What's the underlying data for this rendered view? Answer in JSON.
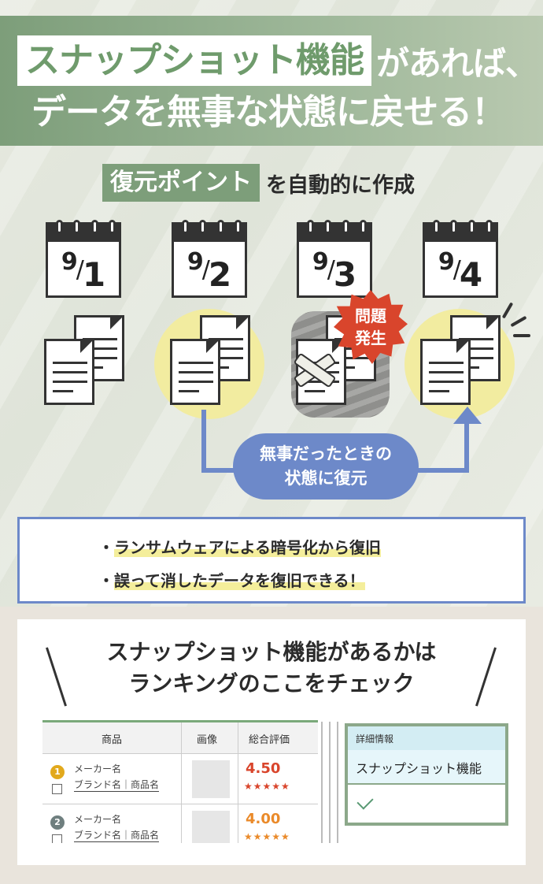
{
  "headline": {
    "highlight": "スナップショット機能",
    "line1_rest": "があれば、",
    "line2": "データを無事な状態に戻せる！"
  },
  "subheading": {
    "highlight": "復元ポイント",
    "rest": "を自動的に作成"
  },
  "calendars": [
    {
      "month": "9",
      "sep": "/",
      "day": "1"
    },
    {
      "month": "9",
      "sep": "/",
      "day": "2"
    },
    {
      "month": "9",
      "sep": "/",
      "day": "3"
    },
    {
      "month": "9",
      "sep": "/",
      "day": "4"
    }
  ],
  "problem_badge": {
    "line1": "問題",
    "line2": "発生"
  },
  "restore_label": {
    "line1": "無事だったときの",
    "line2": "状態に復元"
  },
  "bullets": [
    {
      "dot": "・",
      "text": "ランサムウェアによる暗号化から復旧"
    },
    {
      "dot": "・",
      "text": "誤って消したデータを復旧できる！"
    }
  ],
  "check_title": {
    "line1": "スナップショット機能があるかは",
    "line2": "ランキングのここをチェック"
  },
  "ranking_table": {
    "headers": {
      "product": "商品",
      "image": "画像",
      "rating": "総合評価"
    },
    "rows": [
      {
        "rank": "1",
        "maker": "メーカー名",
        "brand": "ブランド名｜商品名",
        "score": "4.50",
        "stars": "★★★★★"
      },
      {
        "rank": "2",
        "maker": "メーカー名",
        "brand": "ブランド名｜商品名",
        "score": "4.00",
        "stars": "★★★★★"
      }
    ]
  },
  "detail_panel": {
    "header": "詳細情報",
    "feature": "スナップショット機能"
  },
  "colors": {
    "green": "#7d9e7a",
    "blue": "#6d89c9",
    "red": "#d9452c",
    "yellow": "#f2eca0",
    "gold": "#e2a91c",
    "gray_badge": "#6f7f7f",
    "orange": "#ea8a2a"
  },
  "icons": [
    "calendar-icon",
    "document-icon",
    "check-icon",
    "burst-icon",
    "bandage-icon",
    "arrow-up-icon"
  ]
}
